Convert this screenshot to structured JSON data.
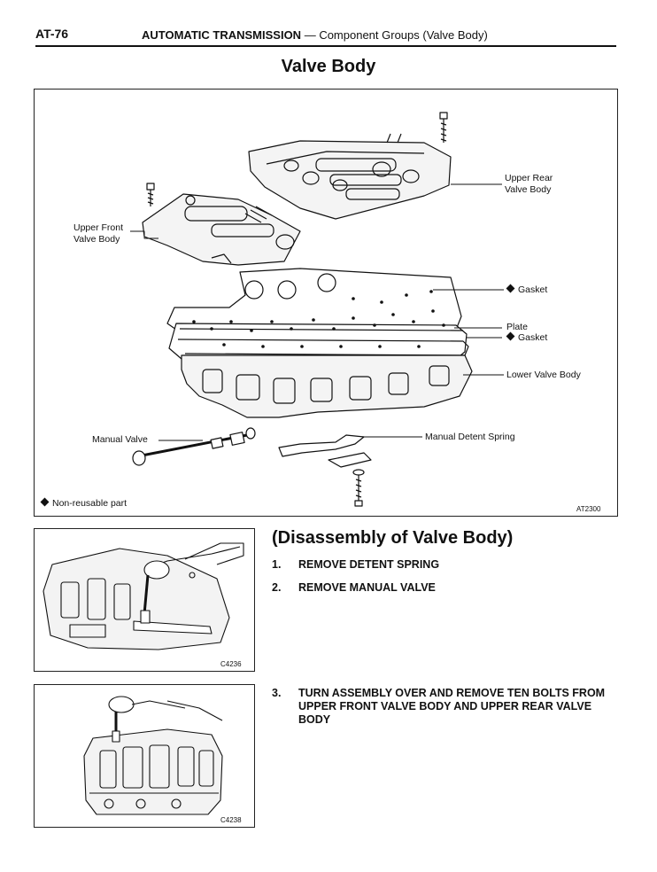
{
  "header": {
    "page_number": "AT-76",
    "section": "AUTOMATIC TRANSMISSION",
    "subsection": "— Component Groups (Valve Body)"
  },
  "page_title": "Valve Body",
  "main_figure": {
    "labels": {
      "upper_rear_line1": "Upper Rear",
      "upper_rear_line2": "Valve Body",
      "upper_front_line1": "Upper Front",
      "upper_front_line2": "Valve Body",
      "gasket_top": "Gasket",
      "plate": "Plate",
      "gasket_bottom": "Gasket",
      "lower_valve_body": "Lower Valve Body",
      "manual_valve": "Manual Valve",
      "manual_detent_spring": "Manual Detent Spring"
    },
    "legend": "Non-reusable part",
    "figure_code": "AT2300",
    "icon": "diamond-icon"
  },
  "section": {
    "title": "(Disassembly of Valve Body)",
    "steps": [
      {
        "number": "1.",
        "text": "REMOVE DETENT SPRING"
      },
      {
        "number": "2.",
        "text": "REMOVE MANUAL VALVE"
      },
      {
        "number": "3.",
        "text": "TURN ASSEMBLY OVER AND REMOVE TEN BOLTS FROM UPPER FRONT VALVE BODY AND UPPER REAR VALVE BODY"
      }
    ]
  },
  "figure_1": {
    "code": "C4236"
  },
  "figure_2": {
    "code": "C4238"
  }
}
